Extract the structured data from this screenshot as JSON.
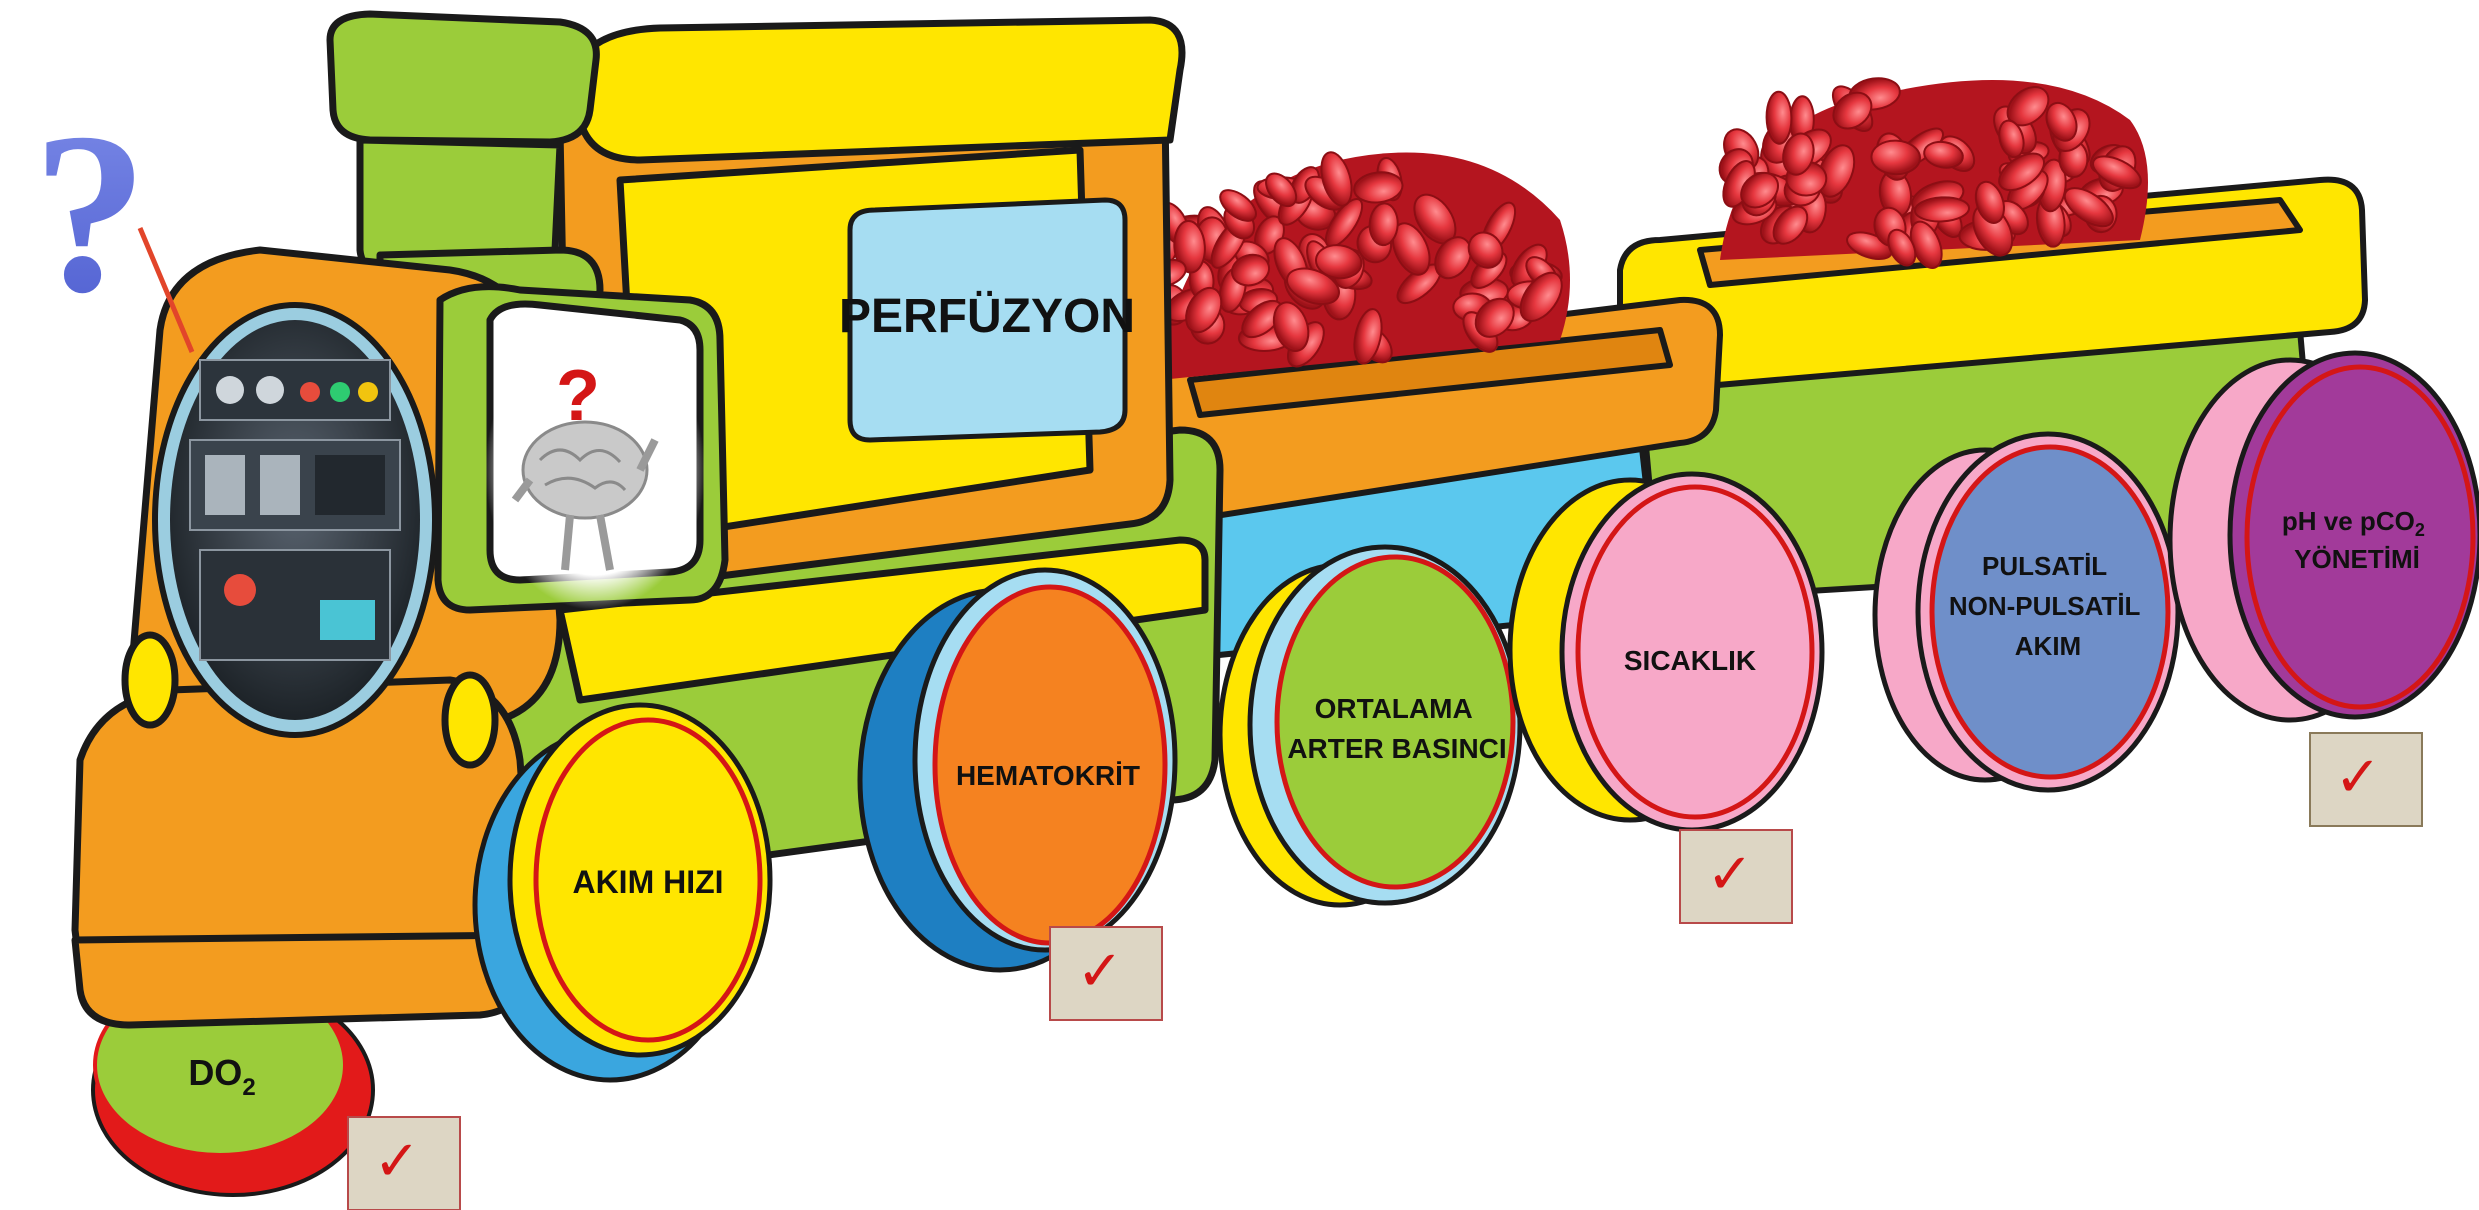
{
  "title": "PERFÜZYON",
  "engine_wheel_label": "DO",
  "engine_wheel_subscript": "2",
  "wheels": {
    "akim_hizi": "AKIM HIZI",
    "hematokrit": "HEMATOKRİT",
    "ortalama_line1": "ORTALAMA",
    "ortalama_line2": "ARTER BASINCI",
    "sicaklik": "SICAKLIK",
    "pulsatil_line1": "PULSATİL",
    "pulsatil_line2": "NON-PULSATİL",
    "pulsatil_line3": "AKIM",
    "ph_line1_a": "pH ve pCO",
    "ph_line1_sub": "2",
    "ph_line2": "YÖNETİMİ"
  },
  "checkmark_glyph": "✓",
  "question_glyph": "?",
  "colors": {
    "engine_orange": "#F39C1F",
    "engine_green": "#9BCC3A",
    "engine_yellow": "#FFE600",
    "sky_blue": "#5BC8EE",
    "check_red": "#D41616",
    "check_box": "#DDD6C4",
    "blood_red": "#D72C34"
  },
  "icons": [
    "question-mark-icon",
    "brain-icon",
    "control-panel-image",
    "blood-cells-image",
    "check-icon"
  ]
}
